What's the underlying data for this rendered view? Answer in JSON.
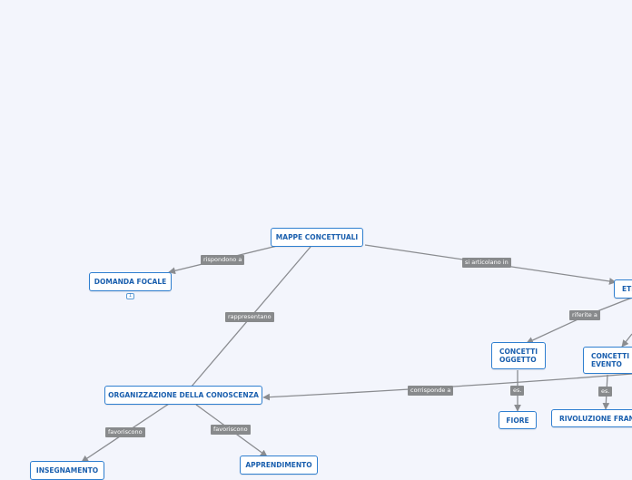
{
  "nodes": {
    "mappe_concettuali": "MAPPE CONCETTUALI",
    "domanda_focale": "DOMANDA FOCALE",
    "domanda_focale_badge": "1",
    "etichette": "ETI",
    "concetti_oggetto": [
      "CONCETTI",
      "OGGETTO"
    ],
    "concetti_evento": [
      "CONCETTI",
      "EVENTO"
    ],
    "fiore": "FIORE",
    "rivoluzione_francese": "RIVOLUZIONE FRAN",
    "organizzazione": "ORGANIZZAZIONE DELLA CONOSCENZA",
    "insegnamento": "INSEGNAMENTO",
    "apprendimento": "APPRENDIMENTO"
  },
  "links": {
    "rispondono_a": "rispondono a",
    "si_articolano_in": "si articolano in",
    "rappresentano": "rappresentano",
    "riferite_a": "riferite a",
    "corrisponde_a": "corrisponde a",
    "es_oggetto": "es.",
    "es_evento": "es.",
    "favoriscono_left": "favoriscono",
    "favoriscono_right": "favoriscono"
  },
  "colors": {
    "background": "#f3f5fc",
    "node_border": "#2f7fd0",
    "node_text": "#1a5fae",
    "link_label_bg": "#888a8c",
    "connector": "#8a8c90"
  }
}
